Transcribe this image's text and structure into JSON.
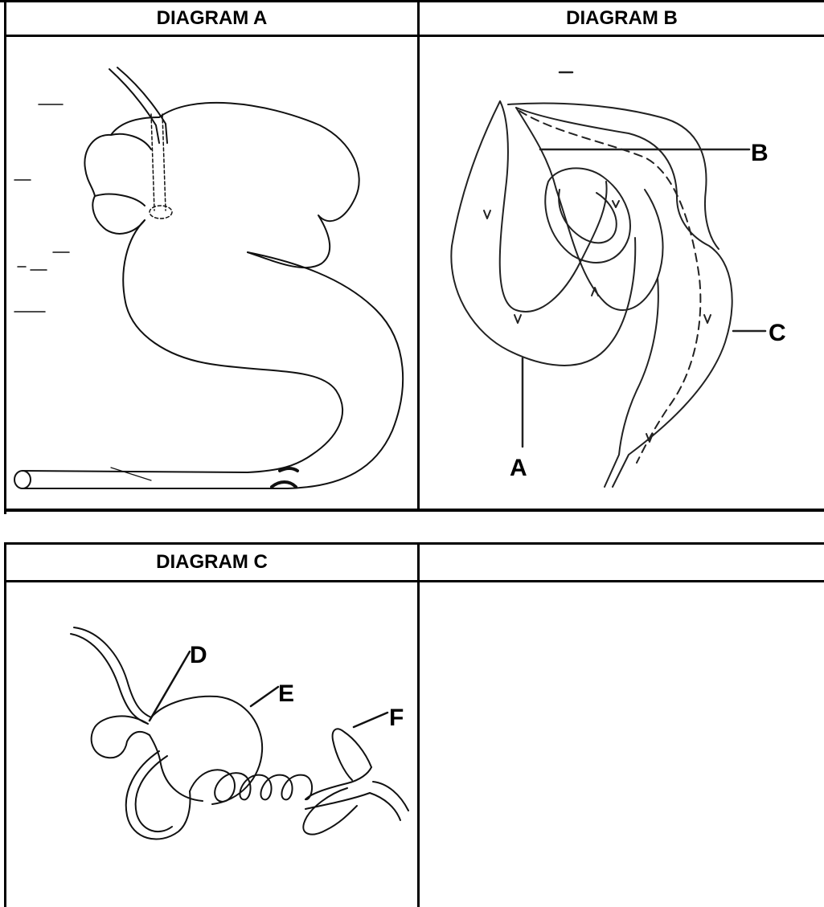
{
  "table": {
    "row1": {
      "left_header": "DIAGRAM A",
      "right_header": "DIAGRAM B"
    },
    "row2": {
      "left_header": "DIAGRAM C",
      "right_header": ""
    }
  },
  "diagram_b": {
    "labels": {
      "a": "A",
      "b": "B",
      "c": "C"
    }
  },
  "diagram_c": {
    "labels": {
      "d": "D",
      "e": "E",
      "f": "F"
    }
  }
}
